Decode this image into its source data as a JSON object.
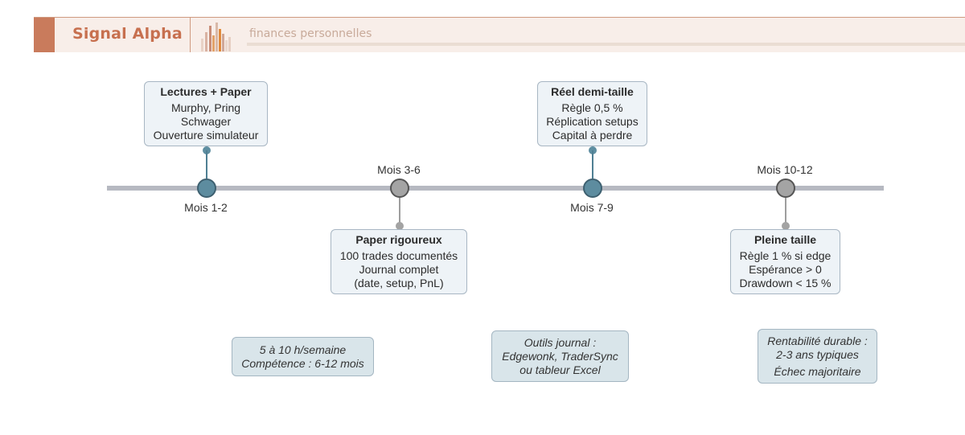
{
  "header": {
    "brand": "Signal Alpha",
    "subtitle": "finances personnelles",
    "accent_color": "#c97b5c",
    "logo_icon": "bar-chart-logo-icon"
  },
  "timeline": {
    "milestones": [
      {
        "period": "Mois 1-2",
        "color": "#5d8c9f",
        "card": {
          "title": "Lectures + Paper",
          "lines": [
            "Murphy, Pring",
            "Schwager",
            "Ouverture simulateur"
          ]
        }
      },
      {
        "period": "Mois 3-6",
        "color": "#a4a4a4",
        "card": {
          "title": "Paper rigoureux",
          "lines": [
            "100 trades documentés",
            "Journal complet",
            "(date, setup, PnL)"
          ]
        }
      },
      {
        "period": "Mois 7-9",
        "color": "#5d8c9f",
        "card": {
          "title": "Réel demi-taille",
          "lines": [
            "Règle 0,5 %",
            "Réplication setups",
            "Capital à perdre"
          ]
        }
      },
      {
        "period": "Mois 10-12",
        "color": "#a4a4a4",
        "card": {
          "title": "Pleine taille",
          "lines": [
            "Règle 1 % si edge",
            "Espérance > 0",
            "Drawdown < 15 %"
          ]
        }
      }
    ],
    "notes": [
      {
        "lines": [
          "5 à 10 h/semaine",
          "Compétence : 6-12 mois"
        ]
      },
      {
        "lines": [
          "Outils journal :",
          "Edgewonk, TraderSync",
          "ou tableur Excel"
        ]
      },
      {
        "lines": [
          "Rentabilité durable :",
          "2-3 ans typiques",
          "Échec majoritaire"
        ]
      }
    ]
  }
}
